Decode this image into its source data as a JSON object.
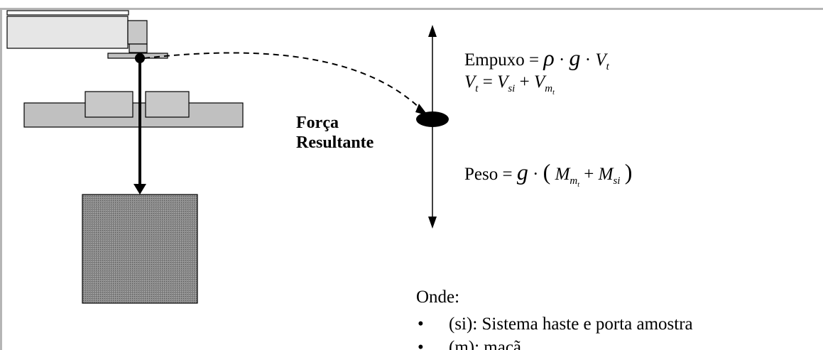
{
  "force_label": {
    "line1": "Força",
    "line2": "Resultante"
  },
  "equations": {
    "buoyancy": {
      "word": "Empuxo",
      "eq": "=",
      "rho": "ρ",
      "dot": "·",
      "g": "g",
      "V": "V",
      "t": "t"
    },
    "volume": {
      "V": "V",
      "t": "t",
      "eq": "=",
      "si": "si",
      "plus": "+",
      "m": "m"
    },
    "weight": {
      "word": "Peso",
      "eq": "=",
      "g": "g",
      "dot": "·",
      "lparen": "(",
      "M": "M",
      "m": "m",
      "t": "t",
      "plus": "+",
      "si": "si",
      "rparen": ")"
    }
  },
  "notes": {
    "heading": "Onde:",
    "items": [
      "(si): Sistema haste e porta amostra",
      "(m): maçã"
    ]
  }
}
